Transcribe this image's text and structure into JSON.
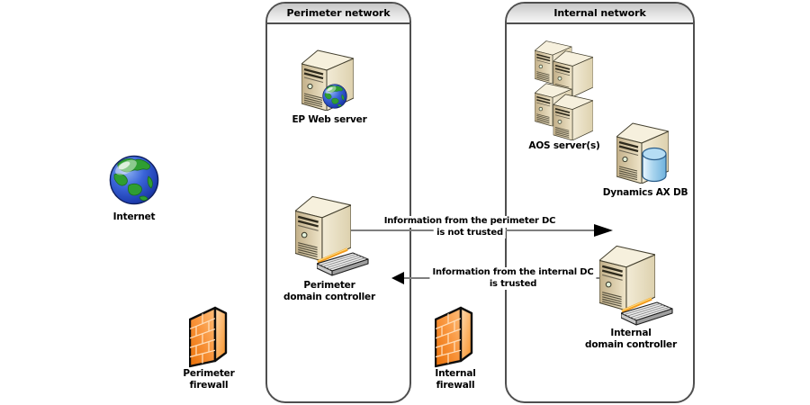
{
  "containers": {
    "perimeter": {
      "title": "Perimeter network"
    },
    "internal": {
      "title": "Internal network"
    }
  },
  "nodes": {
    "internet": {
      "label": "Internet",
      "icon": "internet-globe-icon"
    },
    "perimeter_firewall": {
      "label_line1": "Perimeter",
      "label_line2": "firewall",
      "icon": "firewall-icon"
    },
    "ep_web_server": {
      "label": "EP Web server",
      "icon": "web-server-icon"
    },
    "perimeter_dc": {
      "label_line1": "Perimeter",
      "label_line2": "domain controller",
      "icon": "domain-controller-icon"
    },
    "internal_firewall": {
      "label_line1": "Internal",
      "label_line2": "firewall",
      "icon": "firewall-icon"
    },
    "aos_servers": {
      "label": "AOS server(s)",
      "icon": "server-cluster-icon"
    },
    "dynamics_ax_db": {
      "label": "Dynamics AX DB",
      "icon": "database-server-icon"
    },
    "internal_dc": {
      "label_line1": "Internal",
      "label_line2": "domain controller",
      "icon": "domain-controller-icon"
    }
  },
  "arrows": {
    "not_trusted": {
      "line1": "Information from the perimeter DC",
      "line2": "is not trusted",
      "direction": "right"
    },
    "trusted": {
      "line1": "Information from the internal DC",
      "line2": "is trusted",
      "direction": "left"
    }
  },
  "colors": {
    "firewall_orange": "#F28A1E",
    "server_beige": "#E9E0C6",
    "database_blue": "#7CBCE4",
    "globe_ocean_blue": "#2B50BE",
    "globe_land_green": "#2F9E32",
    "arrow_line": "#7F7F7F",
    "arrowhead": "#000000",
    "container_border": "#4F4F4F",
    "header_fill": "#D9D9D9",
    "label_text": "#000000"
  }
}
